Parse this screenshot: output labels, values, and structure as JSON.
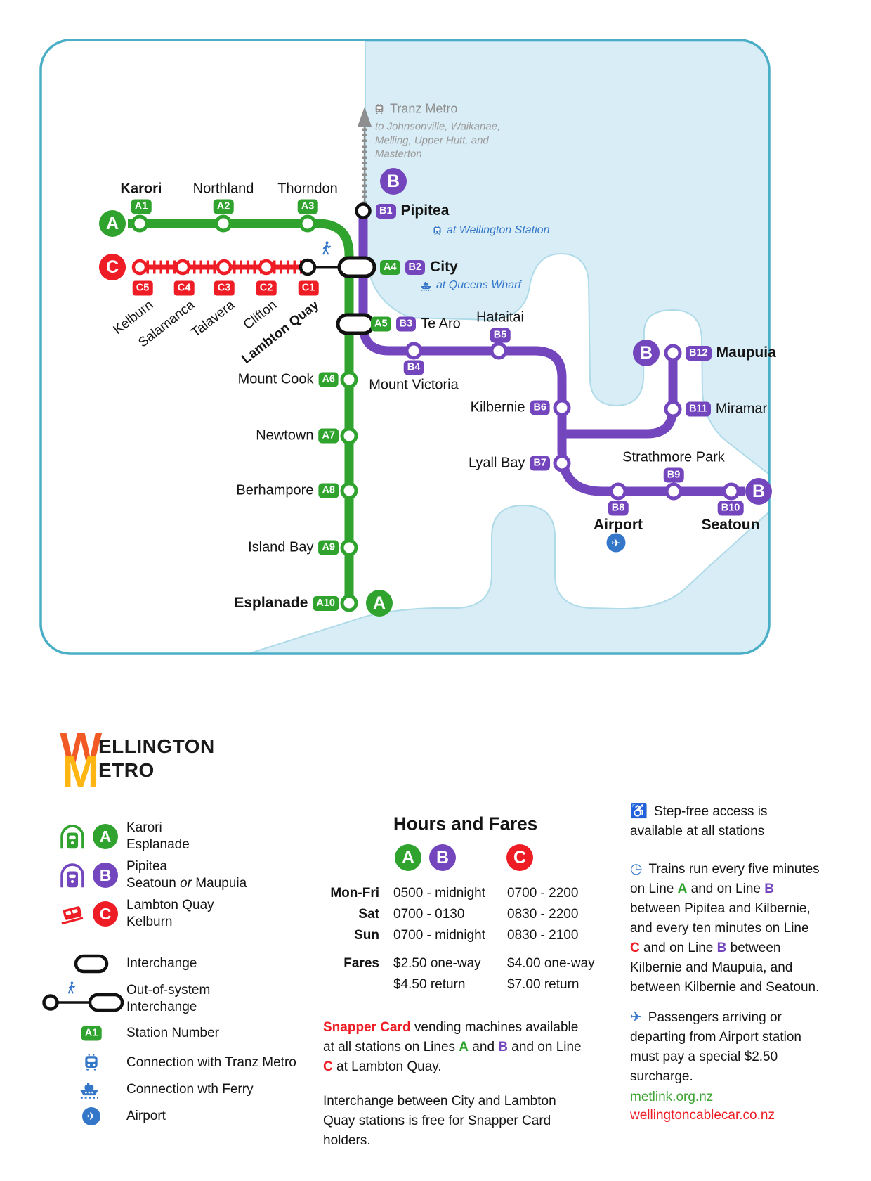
{
  "colors": {
    "line_a": "#2FA32E",
    "line_b": "#7446BE",
    "line_c": "#EE1C24",
    "sea": "#D9EDF6",
    "panel_border": "#4AAEC6",
    "link_green": "#3FA535",
    "link_red": "#EE1C24",
    "blue_icon": "#3477C9"
  },
  "icons": {
    "wheelchair": "♿",
    "clock": "◷",
    "plane": "✈"
  },
  "map": {
    "tranz": {
      "label": "Tranz Metro",
      "dest1": "to Johnsonville, Waikanae,",
      "dest2": "Melling, Upper Hutt, and",
      "dest3": "Masterton"
    },
    "balls": {
      "a": "A",
      "b": "B",
      "c": "C"
    },
    "pipitea": {
      "badge": "B1",
      "name": "Pipitea",
      "note": "at Wellington Station"
    },
    "city": {
      "badge_a": "A4",
      "badge_b": "B2",
      "name": "City",
      "note": "at Queens Wharf"
    },
    "te_aro": {
      "badge_a": "A5",
      "badge_b": "B3",
      "name": "Te Aro"
    },
    "a": {
      "karori": {
        "badge": "A1",
        "name": "Karori"
      },
      "northland": {
        "badge": "A2",
        "name": "Northland"
      },
      "thorndon": {
        "badge": "A3",
        "name": "Thorndon"
      },
      "mount_cook": {
        "badge": "A6",
        "name": "Mount Cook"
      },
      "newtown": {
        "badge": "A7",
        "name": "Newtown"
      },
      "berhampore": {
        "badge": "A8",
        "name": "Berhampore"
      },
      "island_bay": {
        "badge": "A9",
        "name": "Island Bay"
      },
      "esplanade": {
        "badge": "A10",
        "name": "Esplanade"
      }
    },
    "bst": {
      "mount_victoria": {
        "badge": "B4",
        "name": "Mount Victoria"
      },
      "hataitai": {
        "badge": "B5",
        "name": "Hataitai"
      },
      "kilbernie": {
        "badge": "B6",
        "name": "Kilbernie"
      },
      "lyall_bay": {
        "badge": "B7",
        "name": "Lyall Bay"
      },
      "airport": {
        "badge": "B8",
        "name": "Airport"
      },
      "strathmore": {
        "badge": "B9",
        "name": "Strathmore Park"
      },
      "seatoun": {
        "badge": "B10",
        "name": "Seatoun"
      },
      "miramar": {
        "badge": "B11",
        "name": "Miramar"
      },
      "maupuia": {
        "badge": "B12",
        "name": "Maupuia"
      }
    },
    "c": {
      "kelburn": {
        "badge": "C5",
        "name": "Kelburn"
      },
      "salamanca": {
        "badge": "C4",
        "name": "Salamanca"
      },
      "talavera": {
        "badge": "C3",
        "name": "Talavera"
      },
      "clifton": {
        "badge": "C2",
        "name": "Clifton"
      },
      "lambton_quay": {
        "badge": "C1",
        "name": "Lambton Quay"
      }
    }
  },
  "logo": {
    "w": "W",
    "word1": "ELLINGTON",
    "m": "M",
    "word2": "ETRO"
  },
  "legend": {
    "line_a": {
      "ball": "A",
      "dest1": "Karori",
      "dest2": "Esplanade"
    },
    "line_b": {
      "ball": "B",
      "dest1": "Pipitea",
      "dest2a": "Seatoun ",
      "dest2b": "or",
      "dest2c": " Maupuia"
    },
    "line_c": {
      "ball": "C",
      "dest1": "Lambton Quay",
      "dest2": "Kelburn"
    },
    "interchange": "Interchange",
    "oos1": "Out-of-system",
    "oos2": "Interchange",
    "station_badge": "A1",
    "station_number": "Station Number",
    "tranz": "Connection with Tranz Metro",
    "ferry": "Connection wth Ferry",
    "airport": "Airport"
  },
  "hours": {
    "title": "Hours and Fares",
    "ball_a": "A",
    "ball_b": "B",
    "ball_c": "C",
    "rows": [
      {
        "label": "Mon-Fri",
        "ab": "0500 - midnight",
        "c": "0700 - 2200"
      },
      {
        "label": "Sat",
        "ab": "0700 - 0130",
        "c": "0830 - 2200"
      },
      {
        "label": "Sun",
        "ab": "0700 - midnight",
        "c": "0830 - 2100"
      }
    ],
    "fares_label": "Fares",
    "fares_ab1": "$2.50 one-way",
    "fares_ab2": "$4.50 return",
    "fares_c1": "$4.00 one-way",
    "fares_c2": "$7.00 return"
  },
  "snapper": {
    "p1": "Snapper Card",
    "p2": " vending machines available at all stations on Lines ",
    "p3": "A",
    "p4": " and ",
    "p5": "B",
    "p6": " and on Line ",
    "p7": "C",
    "p8": " at Lambton Quay."
  },
  "interchange_note": "Interchange between City and Lambton Quay stations is free for Snapper Card holders.",
  "notes": {
    "step_free": "Step-free access is available at all stations",
    "f1": "Trains run every five minutes on Line ",
    "f2": "A",
    "f3": " and on Line ",
    "f4": "B",
    "f5": " between Pipitea and Kilbernie, and every ten minutes on Line ",
    "f6": "C",
    "f7": " and on Line ",
    "f8": "B",
    "f9": " between Kilbernie and Maupuia, and between Kilbernie and Seatoun.",
    "airport": "Passengers arriving or departing from Airport station must pay a special $2.50 surcharge."
  },
  "links": {
    "metlink": "metlink.org.nz",
    "cablecar": "wellingtoncablecar.co.nz"
  }
}
